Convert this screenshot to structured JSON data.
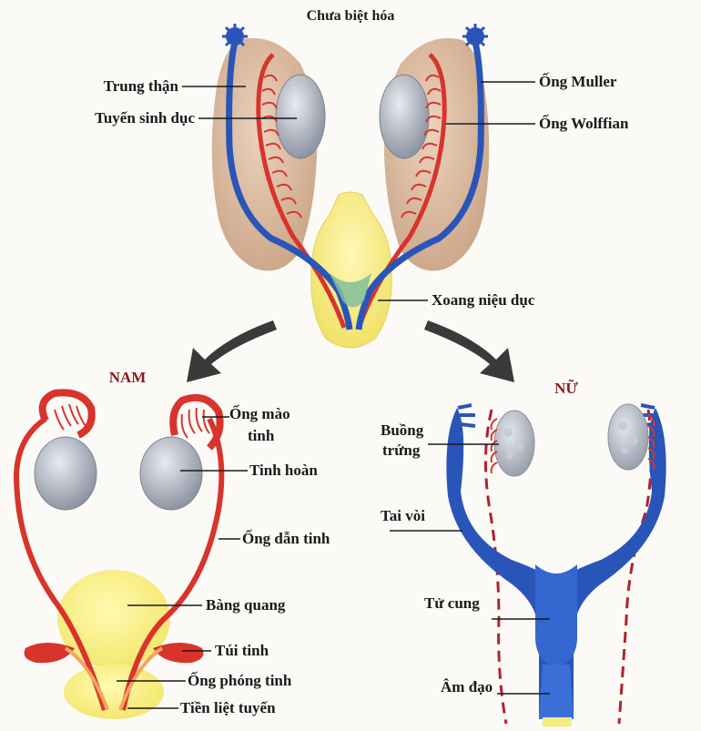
{
  "title": "Chưa biệt hóa",
  "colors": {
    "mesonephros": "#d9b79c",
    "gonad": "#aeb4bf",
    "muller_duct": "#2a55b8",
    "wolffian_duct": "#d8342c",
    "urogenital_sinus": "#f4ec7c",
    "male_header": "#8b1a1a",
    "arrow": "#3a3a3a"
  },
  "undifferentiated": {
    "labels": {
      "mesonephros": "Trung thận",
      "gonad": "Tuyến sinh dục",
      "muller": "Ống Muller",
      "wolffian": "Ống Wolffian",
      "sinus": "Xoang niệu dục"
    }
  },
  "male": {
    "header": "NAM",
    "labels": {
      "epididymis_line1": "Ống mào",
      "epididymis_line2": "tinh",
      "testis": "Tinh hoàn",
      "vas_deferens": "Ống dẫn tinh",
      "bladder": "Bàng quang",
      "seminal_vesicle": "Túi tinh",
      "ejaculatory_duct": "Ống phóng tinh",
      "prostate": "Tiền liệt tuyến"
    }
  },
  "female": {
    "header": "NỮ",
    "labels": {
      "ovary_line1": "Buồng",
      "ovary_line2": "trứng",
      "oviduct": "Tai vòi",
      "uterus": "Tử cung",
      "vagina": "Âm đạo"
    }
  }
}
